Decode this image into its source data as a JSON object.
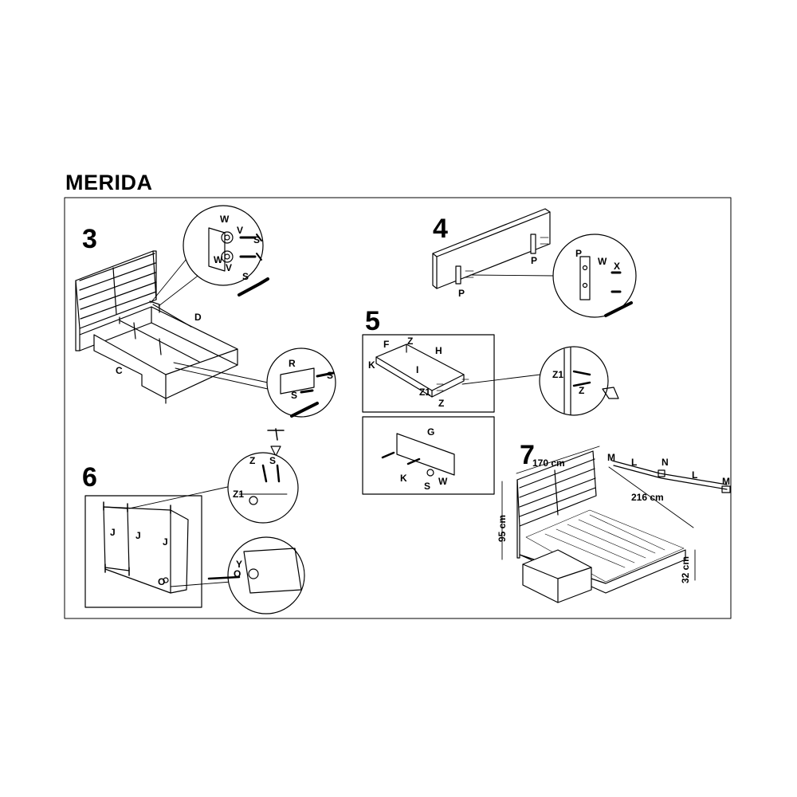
{
  "title": "MERIDA",
  "steps": {
    "s3": "3",
    "s4": "4",
    "s5": "5",
    "s6": "6",
    "s7": "7"
  },
  "step3": {
    "headboard_part": "D",
    "side_part": "C",
    "detail_top": [
      "W",
      "V",
      "S",
      "W",
      "V",
      "S"
    ],
    "detail_bottom": [
      "R",
      "S",
      "S"
    ]
  },
  "step4": {
    "bracket": [
      "P",
      "P"
    ],
    "detail": [
      "P",
      "W",
      "X"
    ]
  },
  "step5": {
    "drawer": [
      "F",
      "Z",
      "H",
      "K",
      "I",
      "Z1",
      "Z"
    ],
    "panel": [
      "G",
      "K",
      "S",
      "W"
    ],
    "detail": [
      "Z1",
      "Z"
    ]
  },
  "step6": {
    "frame": [
      "J",
      "J",
      "J",
      "O"
    ],
    "detail_top": [
      "Z",
      "S",
      "Z1"
    ],
    "detail_bottom": [
      "Y",
      "O"
    ]
  },
  "step7": {
    "width": "170 cm",
    "length": "216 cm",
    "height": "95 cm",
    "drawer_height": "32 cm",
    "slat_parts": [
      "M",
      "L",
      "N",
      "L",
      "M"
    ]
  }
}
